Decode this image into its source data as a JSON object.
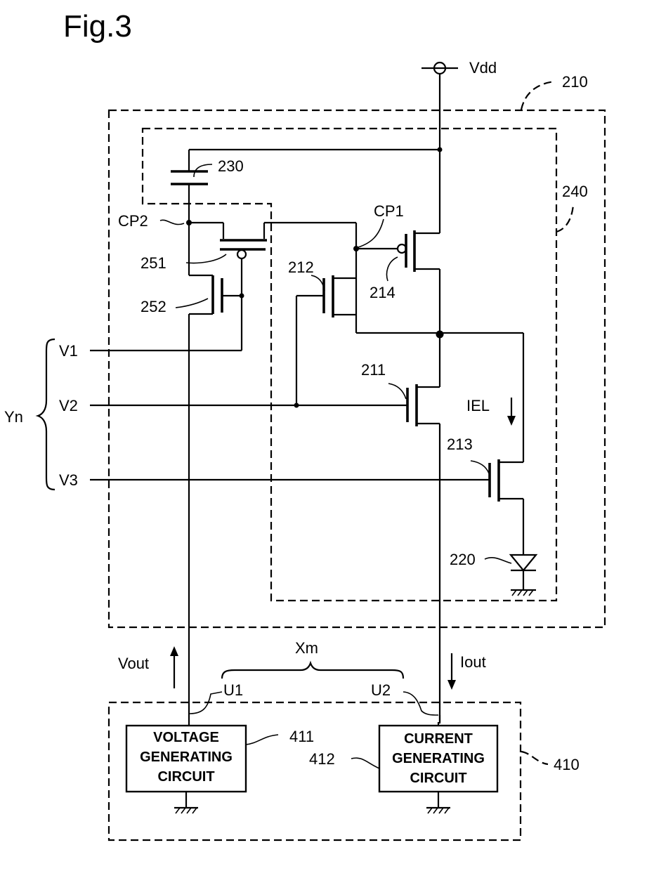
{
  "figure": {
    "title": "Fig.3"
  },
  "supply": {
    "label": "Vdd"
  },
  "labels": {
    "pixel_circuit": "210",
    "dashed_block": "240",
    "capacitor": "230",
    "transistor_211": "211",
    "transistor_212": "212",
    "transistor_213": "213",
    "transistor_214": "214",
    "transistor_251": "251",
    "transistor_252": "252",
    "oled": "220",
    "node_cp1": "CP1",
    "node_cp2": "CP2",
    "current_iel": "IEL"
  },
  "scan_lines": {
    "group": "Yn",
    "lines": [
      "V1",
      "V2",
      "V3"
    ]
  },
  "data_line": {
    "group": "Xm",
    "u1": "U1",
    "u2": "U2",
    "vout": "Vout",
    "iout": "Iout"
  },
  "driver": {
    "ref": "410",
    "voltage_circuit": {
      "ref": "411",
      "lines": [
        "VOLTAGE",
        "GENERATING",
        "CIRCUIT"
      ]
    },
    "current_circuit": {
      "ref": "412",
      "lines": [
        "CURRENT",
        "GENERATING",
        "CIRCUIT"
      ]
    }
  }
}
